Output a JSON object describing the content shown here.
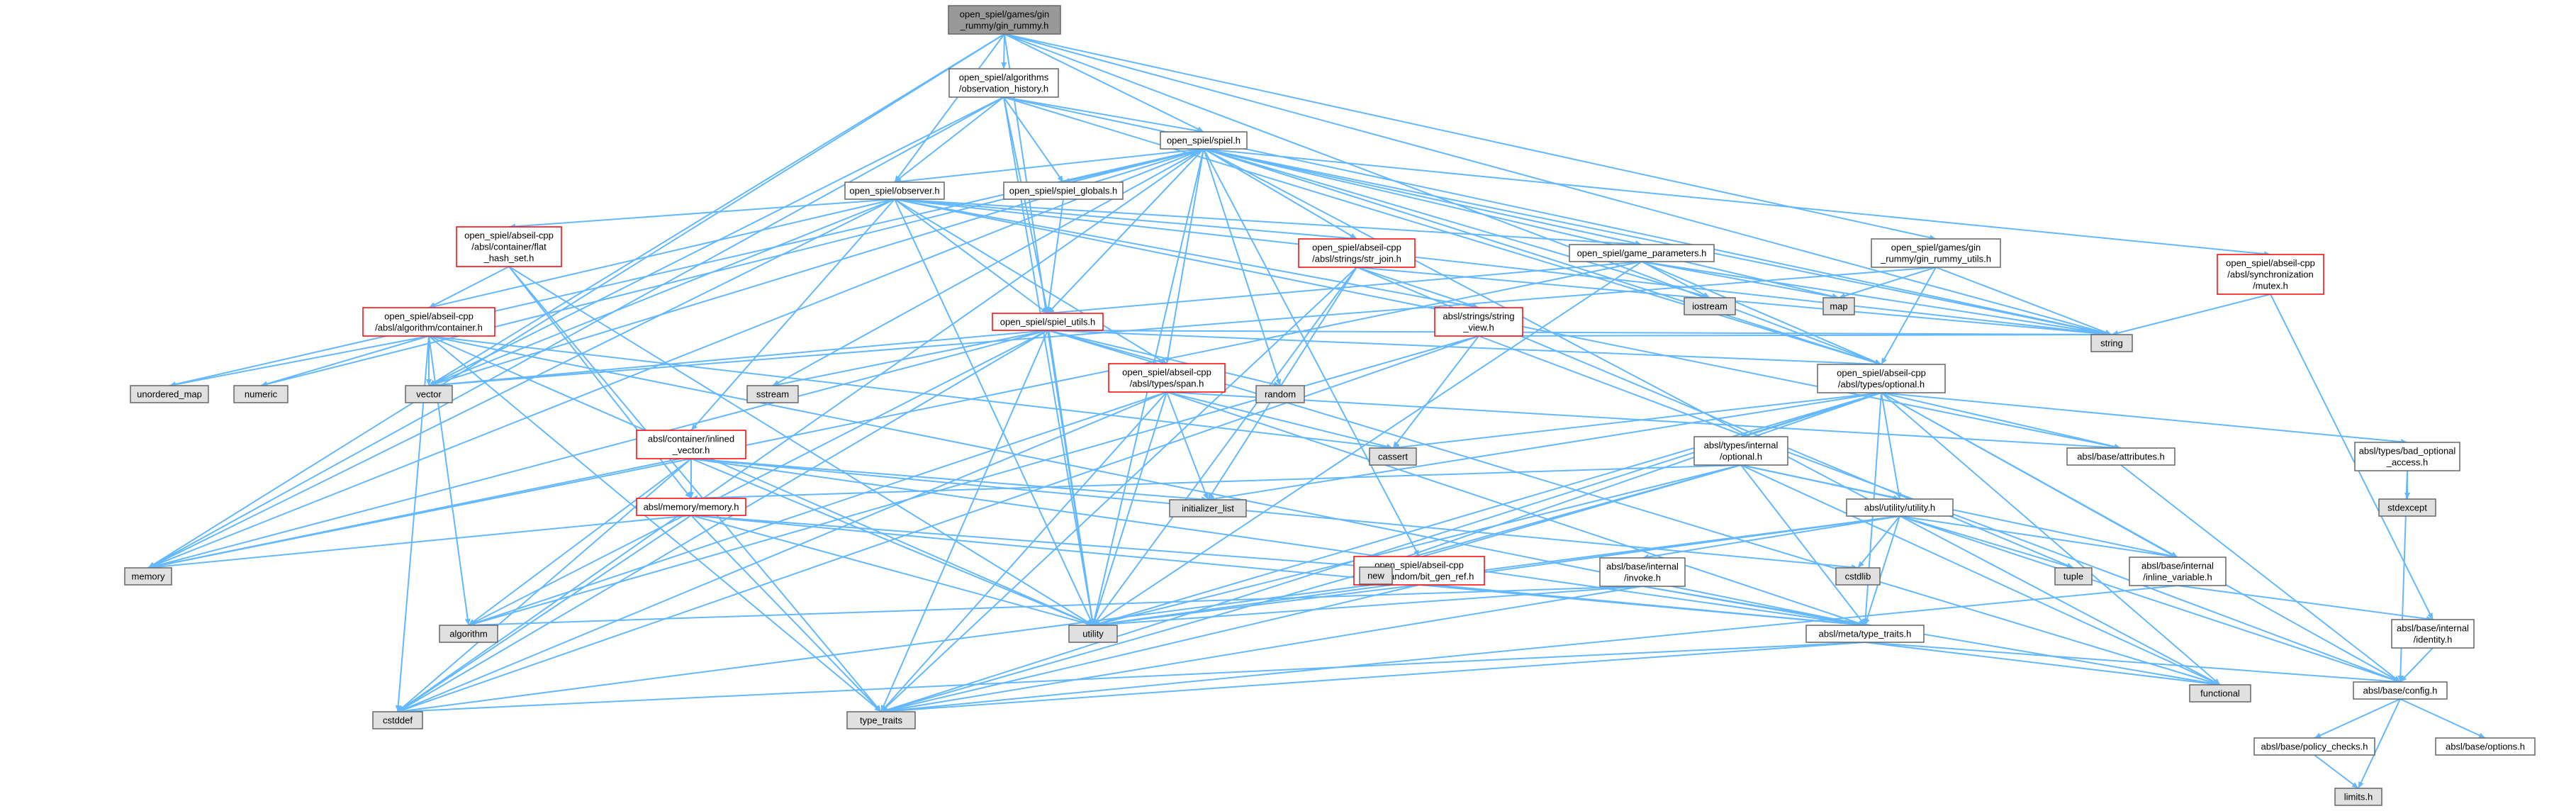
{
  "title": "open_spiel/games/gin_rummy/gin_rummy.h",
  "colors": {
    "edge": "#63b8ff",
    "node_border": "#666666",
    "node_fill": "#ffffff",
    "system_header_fill": "#e0e0e0",
    "root_fill": "#999999",
    "incomplete_border": "#ff0000"
  },
  "nodes": {
    "gin_rummy_h": [
      "open_spiel/games/gin",
      "_rummy/gin_rummy.h"
    ],
    "observation_history_h": [
      "open_spiel/algorithms",
      "/observation_history.h"
    ],
    "spiel_h": [
      "open_spiel/spiel.h"
    ],
    "observer_h": [
      "open_spiel/observer.h"
    ],
    "spiel_globals_h": [
      "open_spiel/spiel_globals.h"
    ],
    "flat_hash_set_h": [
      "open_spiel/abseil-cpp",
      "/absl/container/flat",
      "_hash_set.h"
    ],
    "str_join_h": [
      "open_spiel/abseil-cpp",
      "/absl/strings/str_join.h"
    ],
    "game_parameters_h": [
      "open_spiel/game_parameters.h"
    ],
    "gin_rummy_utils_h": [
      "open_spiel/games/gin",
      "_rummy/gin_rummy_utils.h"
    ],
    "mutex_h": [
      "open_spiel/abseil-cpp",
      "/absl/synchronization",
      "/mutex.h"
    ],
    "container_h": [
      "open_spiel/abseil-cpp",
      "/absl/algorithm/container.h"
    ],
    "spiel_utils_h": [
      "open_spiel/spiel_utils.h"
    ],
    "string_view_h": [
      "absl/strings/string",
      "_view.h"
    ],
    "optional_h": [
      "open_spiel/abseil-cpp",
      "/absl/types/optional.h"
    ],
    "span_h": [
      "open_spiel/abseil-cpp",
      "/absl/types/span.h"
    ],
    "inlined_vector_h": [
      "absl/container/inlined",
      "_vector.h"
    ],
    "memory_h": [
      "absl/memory/memory.h"
    ],
    "internal_optional_h": [
      "absl/types/internal",
      "/optional.h"
    ],
    "utility_h": [
      "absl/utility/utility.h"
    ],
    "attributes_h": [
      "absl/base/attributes.h"
    ],
    "bad_optional_access_h": [
      "absl/types/bad_optional",
      "_access.h"
    ],
    "bit_gen_ref_h": [
      "open_spiel/abseil-cpp",
      "/absl/random/bit_gen_ref.h"
    ],
    "invoke_h": [
      "absl/base/internal",
      "/invoke.h"
    ],
    "inline_variable_h": [
      "absl/base/internal",
      "/inline_variable.h"
    ],
    "identity_h": [
      "absl/base/internal",
      "/identity.h"
    ],
    "type_traits_h": [
      "absl/meta/type_traits.h"
    ],
    "config_h": [
      "absl/base/config.h"
    ],
    "policy_checks_h": [
      "absl/base/policy_checks.h"
    ],
    "options_h": [
      "absl/base/options.h"
    ],
    "unordered_map": [
      "unordered_map"
    ],
    "numeric": [
      "numeric"
    ],
    "vector": [
      "vector"
    ],
    "sstream": [
      "sstream"
    ],
    "random": [
      "random"
    ],
    "iostream": [
      "iostream"
    ],
    "map": [
      "map"
    ],
    "string": [
      "string"
    ],
    "cassert": [
      "cassert"
    ],
    "initializer_list": [
      "initializer_list"
    ],
    "stdexcept": [
      "stdexcept"
    ],
    "memory": [
      "memory"
    ],
    "new": [
      "new"
    ],
    "cstdlib": [
      "cstdlib"
    ],
    "tuple": [
      "tuple"
    ],
    "algorithm": [
      "algorithm"
    ],
    "utility": [
      "utility"
    ],
    "cstddef": [
      "cstddef"
    ],
    "type_traits": [
      "type_traits"
    ],
    "functional": [
      "functional"
    ],
    "limits_h": [
      "limits.h"
    ]
  },
  "edges": [
    [
      "gin_rummy_h",
      "observation_history_h"
    ],
    [
      "gin_rummy_h",
      "spiel_h"
    ],
    [
      "gin_rummy_h",
      "observer_h"
    ],
    [
      "gin_rummy_h",
      "gin_rummy_utils_h"
    ],
    [
      "gin_rummy_h",
      "optional_h"
    ],
    [
      "gin_rummy_h",
      "memory"
    ],
    [
      "gin_rummy_h",
      "vector"
    ],
    [
      "gin_rummy_h",
      "string"
    ],
    [
      "gin_rummy_h",
      "utility"
    ],
    [
      "observation_history_h",
      "spiel_h"
    ],
    [
      "observation_history_h",
      "observer_h"
    ],
    [
      "observation_history_h",
      "spiel_globals_h"
    ],
    [
      "observation_history_h",
      "spiel_utils_h"
    ],
    [
      "observation_history_h",
      "optional_h"
    ],
    [
      "observation_history_h",
      "memory"
    ],
    [
      "observation_history_h",
      "vector"
    ],
    [
      "observation_history_h",
      "string"
    ],
    [
      "observation_history_h",
      "utility"
    ],
    [
      "spiel_h",
      "observer_h"
    ],
    [
      "spiel_h",
      "spiel_globals_h"
    ],
    [
      "spiel_h",
      "str_join_h"
    ],
    [
      "spiel_h",
      "game_parameters_h"
    ],
    [
      "spiel_h",
      "mutex_h"
    ],
    [
      "spiel_h",
      "spiel_utils_h"
    ],
    [
      "spiel_h",
      "optional_h"
    ],
    [
      "spiel_h",
      "span_h"
    ],
    [
      "spiel_h",
      "bit_gen_ref_h"
    ],
    [
      "spiel_h",
      "unordered_map"
    ],
    [
      "spiel_h",
      "numeric"
    ],
    [
      "spiel_h",
      "vector"
    ],
    [
      "spiel_h",
      "sstream"
    ],
    [
      "spiel_h",
      "random"
    ],
    [
      "spiel_h",
      "iostream"
    ],
    [
      "spiel_h",
      "map"
    ],
    [
      "spiel_h",
      "string"
    ],
    [
      "spiel_h",
      "memory"
    ],
    [
      "spiel_h",
      "utility"
    ],
    [
      "spiel_h",
      "functional"
    ],
    [
      "spiel_h",
      "cstddef"
    ],
    [
      "observer_h",
      "flat_hash_set_h"
    ],
    [
      "observer_h",
      "str_join_h"
    ],
    [
      "observer_h",
      "game_parameters_h"
    ],
    [
      "observer_h",
      "container_h"
    ],
    [
      "observer_h",
      "spiel_utils_h"
    ],
    [
      "observer_h",
      "string_view_h"
    ],
    [
      "observer_h",
      "span_h"
    ],
    [
      "observer_h",
      "inlined_vector_h"
    ],
    [
      "observer_h",
      "attributes_h"
    ],
    [
      "observer_h",
      "vector"
    ],
    [
      "observer_h",
      "string"
    ],
    [
      "observer_h",
      "memory"
    ],
    [
      "observer_h",
      "utility"
    ],
    [
      "spiel_globals_h",
      "spiel_utils_h"
    ],
    [
      "flat_hash_set_h",
      "container_h"
    ],
    [
      "flat_hash_set_h",
      "memory_h"
    ],
    [
      "flat_hash_set_h",
      "type_traits"
    ],
    [
      "flat_hash_set_h",
      "utility"
    ],
    [
      "str_join_h",
      "string_view_h"
    ],
    [
      "str_join_h",
      "string"
    ],
    [
      "str_join_h",
      "initializer_list"
    ],
    [
      "str_join_h",
      "type_traits"
    ],
    [
      "str_join_h",
      "utility"
    ],
    [
      "str_join_h",
      "tuple"
    ],
    [
      "game_parameters_h",
      "optional_h"
    ],
    [
      "game_parameters_h",
      "spiel_utils_h"
    ],
    [
      "game_parameters_h",
      "map"
    ],
    [
      "game_parameters_h",
      "string"
    ],
    [
      "game_parameters_h",
      "iostream"
    ],
    [
      "game_parameters_h",
      "memory"
    ],
    [
      "game_parameters_h",
      "utility"
    ],
    [
      "gin_rummy_utils_h",
      "optional_h"
    ],
    [
      "gin_rummy_utils_h",
      "map"
    ],
    [
      "gin_rummy_utils_h",
      "string"
    ],
    [
      "gin_rummy_utils_h",
      "vector"
    ],
    [
      "mutex_h",
      "string"
    ],
    [
      "mutex_h",
      "identity_h"
    ],
    [
      "container_h",
      "unordered_map"
    ],
    [
      "container_h",
      "numeric"
    ],
    [
      "container_h",
      "vector"
    ],
    [
      "container_h",
      "cassert"
    ],
    [
      "container_h",
      "algorithm"
    ],
    [
      "container_h",
      "type_traits"
    ],
    [
      "container_h",
      "utility"
    ],
    [
      "container_h",
      "cstddef"
    ],
    [
      "container_h",
      "type_traits_h"
    ],
    [
      "spiel_utils_h",
      "optional_h"
    ],
    [
      "spiel_utils_h",
      "span_h"
    ],
    [
      "spiel_utils_h",
      "vector"
    ],
    [
      "spiel_utils_h",
      "sstream"
    ],
    [
      "spiel_utils_h",
      "random"
    ],
    [
      "spiel_utils_h",
      "string"
    ],
    [
      "spiel_utils_h",
      "memory"
    ],
    [
      "spiel_utils_h",
      "algorithm"
    ],
    [
      "spiel_utils_h",
      "utility"
    ],
    [
      "spiel_utils_h",
      "type_traits"
    ],
    [
      "spiel_utils_h",
      "cstddef"
    ],
    [
      "spiel_utils_h",
      "functional"
    ],
    [
      "string_view_h",
      "string"
    ],
    [
      "string_view_h",
      "cassert"
    ],
    [
      "string_view_h",
      "algorithm"
    ],
    [
      "string_view_h",
      "cstddef"
    ],
    [
      "string_view_h",
      "config_h"
    ],
    [
      "optional_h",
      "internal_optional_h"
    ],
    [
      "optional_h",
      "utility_h"
    ],
    [
      "optional_h",
      "attributes_h"
    ],
    [
      "optional_h",
      "bad_optional_access_h"
    ],
    [
      "optional_h",
      "inline_variable_h"
    ],
    [
      "optional_h",
      "type_traits_h"
    ],
    [
      "optional_h",
      "config_h"
    ],
    [
      "optional_h",
      "cassert"
    ],
    [
      "optional_h",
      "initializer_list"
    ],
    [
      "optional_h",
      "functional"
    ],
    [
      "optional_h",
      "type_traits"
    ],
    [
      "optional_h",
      "utility"
    ],
    [
      "optional_h",
      "new"
    ],
    [
      "span_h",
      "attributes_h"
    ],
    [
      "span_h",
      "type_traits_h"
    ],
    [
      "span_h",
      "cassert"
    ],
    [
      "span_h",
      "initializer_list"
    ],
    [
      "span_h",
      "algorithm"
    ],
    [
      "span_h",
      "cstddef"
    ],
    [
      "span_h",
      "type_traits"
    ],
    [
      "span_h",
      "utility"
    ],
    [
      "inlined_vector_h",
      "memory_h"
    ],
    [
      "inlined_vector_h",
      "type_traits_h"
    ],
    [
      "inlined_vector_h",
      "initializer_list"
    ],
    [
      "inlined_vector_h",
      "memory"
    ],
    [
      "inlined_vector_h",
      "algorithm"
    ],
    [
      "inlined_vector_h",
      "cstddef"
    ],
    [
      "inlined_vector_h",
      "utility"
    ],
    [
      "inlined_vector_h",
      "cstdlib"
    ],
    [
      "memory_h",
      "type_traits_h"
    ],
    [
      "memory_h",
      "memory"
    ],
    [
      "memory_h",
      "new"
    ],
    [
      "memory_h",
      "cstddef"
    ],
    [
      "memory_h",
      "type_traits"
    ],
    [
      "memory_h",
      "utility"
    ],
    [
      "internal_optional_h",
      "utility_h"
    ],
    [
      "internal_optional_h",
      "inline_variable_h"
    ],
    [
      "internal_optional_h",
      "type_traits_h"
    ],
    [
      "internal_optional_h",
      "memory_h"
    ],
    [
      "internal_optional_h",
      "functional"
    ],
    [
      "internal_optional_h",
      "new"
    ],
    [
      "internal_optional_h",
      "type_traits"
    ],
    [
      "internal_optional_h",
      "utility"
    ],
    [
      "utility_h",
      "invoke_h"
    ],
    [
      "utility_h",
      "inline_variable_h"
    ],
    [
      "utility_h",
      "type_traits_h"
    ],
    [
      "utility_h",
      "config_h"
    ],
    [
      "utility_h",
      "cstddef"
    ],
    [
      "utility_h",
      "cstdlib"
    ],
    [
      "utility_h",
      "tuple"
    ],
    [
      "utility_h",
      "utility"
    ],
    [
      "attributes_h",
      "config_h"
    ],
    [
      "bad_optional_access_h",
      "config_h"
    ],
    [
      "bad_optional_access_h",
      "stdexcept"
    ],
    [
      "bit_gen_ref_h",
      "type_traits_h"
    ],
    [
      "bit_gen_ref_h",
      "type_traits"
    ],
    [
      "bit_gen_ref_h",
      "utility"
    ],
    [
      "invoke_h",
      "type_traits_h"
    ],
    [
      "invoke_h",
      "algorithm"
    ],
    [
      "invoke_h",
      "type_traits"
    ],
    [
      "invoke_h",
      "utility"
    ],
    [
      "invoke_h",
      "functional"
    ],
    [
      "inline_variable_h",
      "identity_h"
    ],
    [
      "inline_variable_h",
      "type_traits"
    ],
    [
      "identity_h",
      "config_h"
    ],
    [
      "type_traits_h",
      "config_h"
    ],
    [
      "type_traits_h",
      "cstddef"
    ],
    [
      "type_traits_h",
      "type_traits"
    ],
    [
      "type_traits_h",
      "functional"
    ],
    [
      "config_h",
      "policy_checks_h"
    ],
    [
      "config_h",
      "options_h"
    ],
    [
      "config_h",
      "limits_h"
    ],
    [
      "policy_checks_h",
      "limits_h"
    ]
  ]
}
